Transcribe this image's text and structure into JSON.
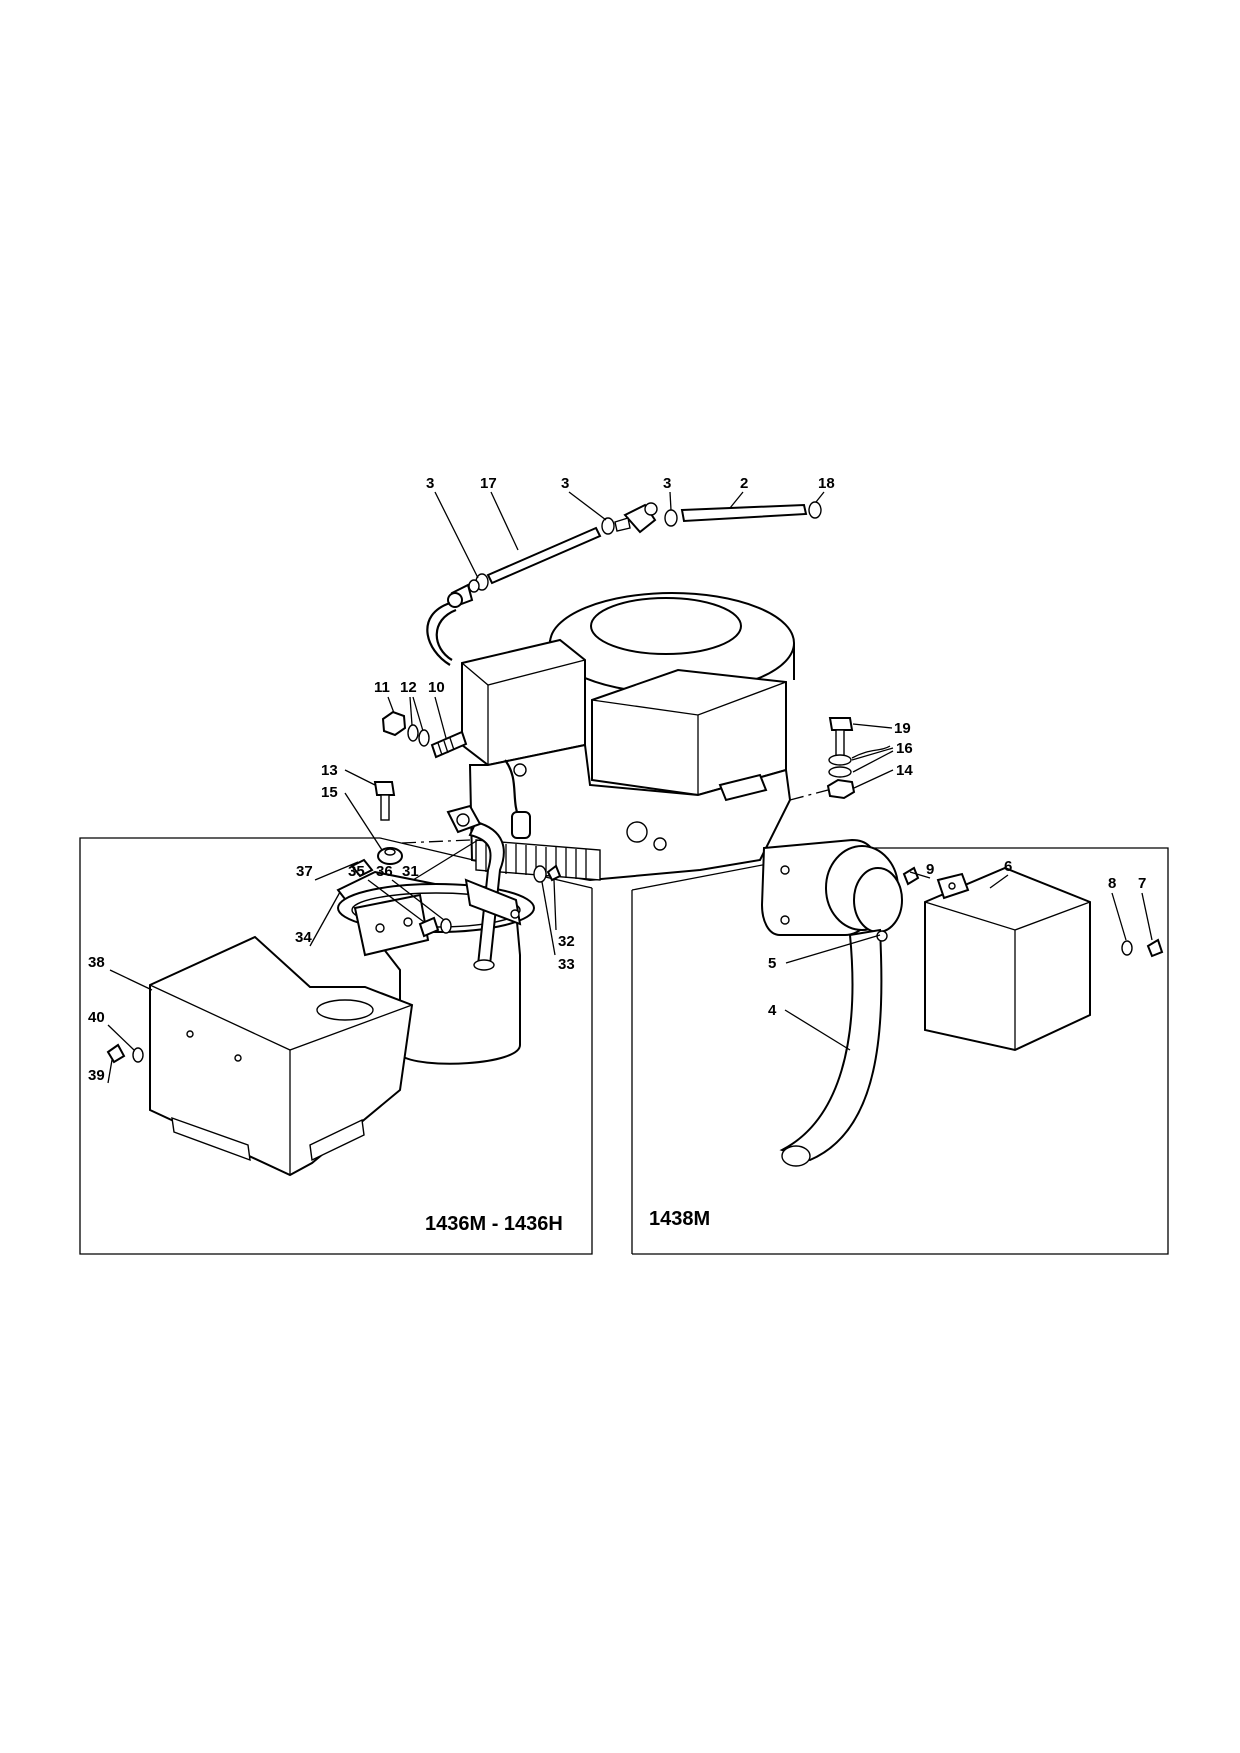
{
  "panels": {
    "left_label": "1436M - 1436H",
    "right_label": "1438M"
  },
  "callouts": {
    "c3a": "3",
    "c17": "17",
    "c3b": "3",
    "c3c": "3",
    "c2": "2",
    "c18": "18",
    "c11": "11",
    "c12": "12",
    "c10": "10",
    "c13": "13",
    "c15": "15",
    "c19": "19",
    "c16": "16",
    "c14": "14",
    "c37": "37",
    "c35": "35",
    "c36": "36",
    "c31": "31",
    "c32": "32",
    "c33": "33",
    "c34": "34",
    "c38": "38",
    "c40": "40",
    "c39": "39",
    "c9": "9",
    "c6": "6",
    "c8": "8",
    "c7": "7",
    "c5": "5",
    "c4": "4"
  }
}
